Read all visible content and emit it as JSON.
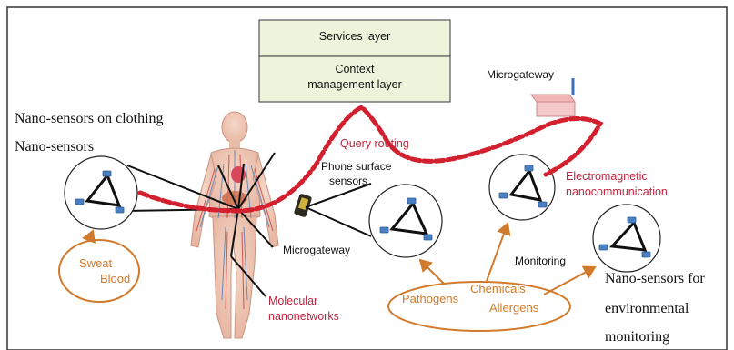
{
  "layers": {
    "services": "Services layer",
    "context_line1": "Context",
    "context_line2": "management layer"
  },
  "labels": {
    "nano_sensors_clothing": "Nano-sensors on clothing",
    "nano_sensors": "Nano-sensors",
    "query_routing": "Query routing",
    "phone_surface_line1": "Phone surface",
    "phone_surface_line2": "sensors",
    "microgateway_top": "Microgateway",
    "electromagnetic_line1": "Electromagnetic",
    "electromagnetic_line2": "nanocommunication",
    "microgateway_body": "Microgateway",
    "molecular_line1": "Molecular",
    "molecular_line2": "nanonetworks",
    "monitoring": "Monitoring",
    "env_line1": "Nano-sensors for",
    "env_line2": "environmental",
    "env_line3": "monitoring"
  },
  "body_fluids": {
    "sweat": "Sweat",
    "blood": "Blood"
  },
  "substances": {
    "pathogens": "Pathogens",
    "chemicals": "Chemicals",
    "allergens": "Allergens"
  },
  "colors": {
    "layer_box_fill": "#eef3dc",
    "query_path": "#d2202f",
    "label_red": "#c0243e",
    "orange": "#d27a2c",
    "sensor_blue": "#4a7fc1"
  }
}
